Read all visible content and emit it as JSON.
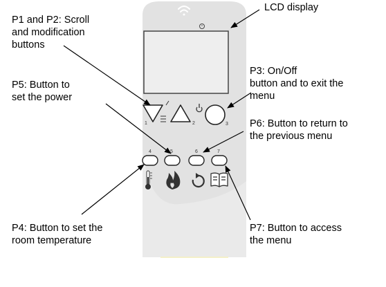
{
  "diagram": {
    "labels": {
      "lcd": "LCD display",
      "p1p2": [
        "P1 and P2: Scroll",
        "and modification",
        "buttons"
      ],
      "p3": [
        "P3: On/Off",
        "button and to exit the",
        "menu"
      ],
      "p5": [
        "P5: Button to",
        "set the power"
      ],
      "p6": [
        "P6: Button to return to",
        "the previous menu"
      ],
      "p4": [
        "P4: Button to set the",
        "room temperature"
      ],
      "p7": [
        "P7: Button to access",
        "the menu"
      ]
    },
    "button_numbers": {
      "b1": "1",
      "b2": "2",
      "b3": "3",
      "b4": "4",
      "b5": "5",
      "b6": "6",
      "b7": "7"
    },
    "icons": [
      "wifi-icon",
      "clock-icon",
      "power-icon",
      "thermometer-icon",
      "flame-icon",
      "return-arrow-icon",
      "book-icon",
      "menu-list-icon"
    ],
    "colors": {
      "remote_body": "#e2e2e2",
      "remote_lower": "#ebebeb",
      "outline": "#222222",
      "icon_fill": "#333333"
    }
  }
}
